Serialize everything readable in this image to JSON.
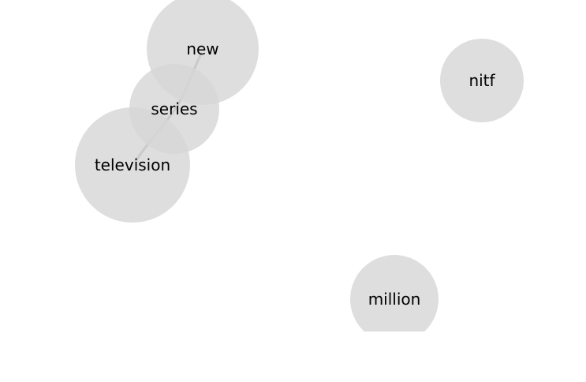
{
  "colors": {
    "node_fill": "#d6d6d6",
    "edge_stroke": "#999999",
    "background": "#ffffff"
  },
  "nodes": [
    {
      "id": "new",
      "label": "new"
    },
    {
      "id": "series",
      "label": "series"
    },
    {
      "id": "television",
      "label": "television"
    },
    {
      "id": "nitf",
      "label": "nitf"
    },
    {
      "id": "million",
      "label": "million"
    }
  ],
  "edges": [
    {
      "from": "new",
      "to": "series"
    },
    {
      "from": "series",
      "to": "television"
    }
  ]
}
